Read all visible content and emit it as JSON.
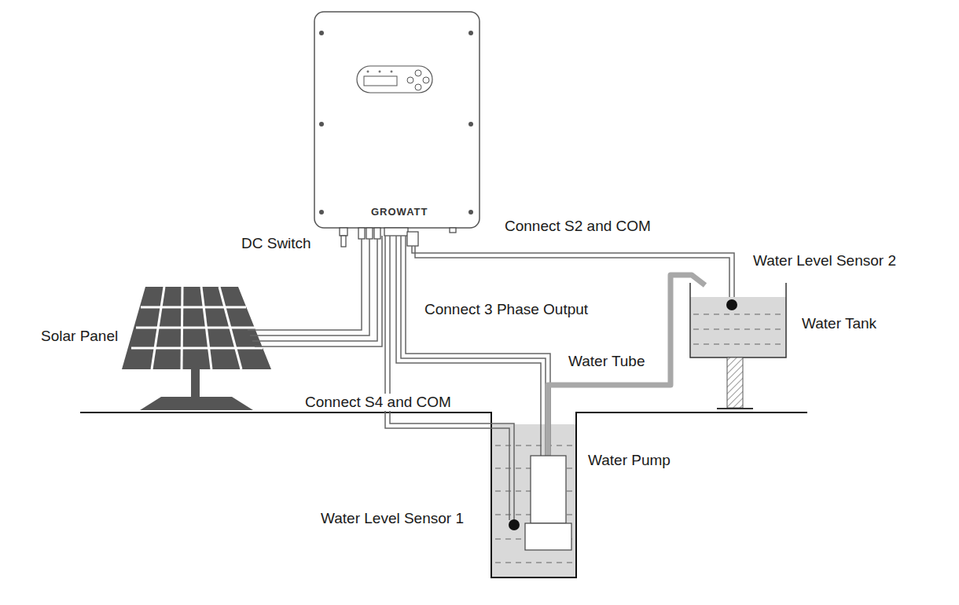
{
  "diagram": {
    "labels": [
      "GROWATT",
      "DC Switch",
      "Connect S2 and COM",
      "Water Level Sensor 2",
      "Water Tank",
      "Connect 3 Phase Output",
      "Solar Panel",
      "Water Tube",
      "Connect S4 and COM",
      "Water Pump",
      "Water Level Sensor 1"
    ]
  }
}
